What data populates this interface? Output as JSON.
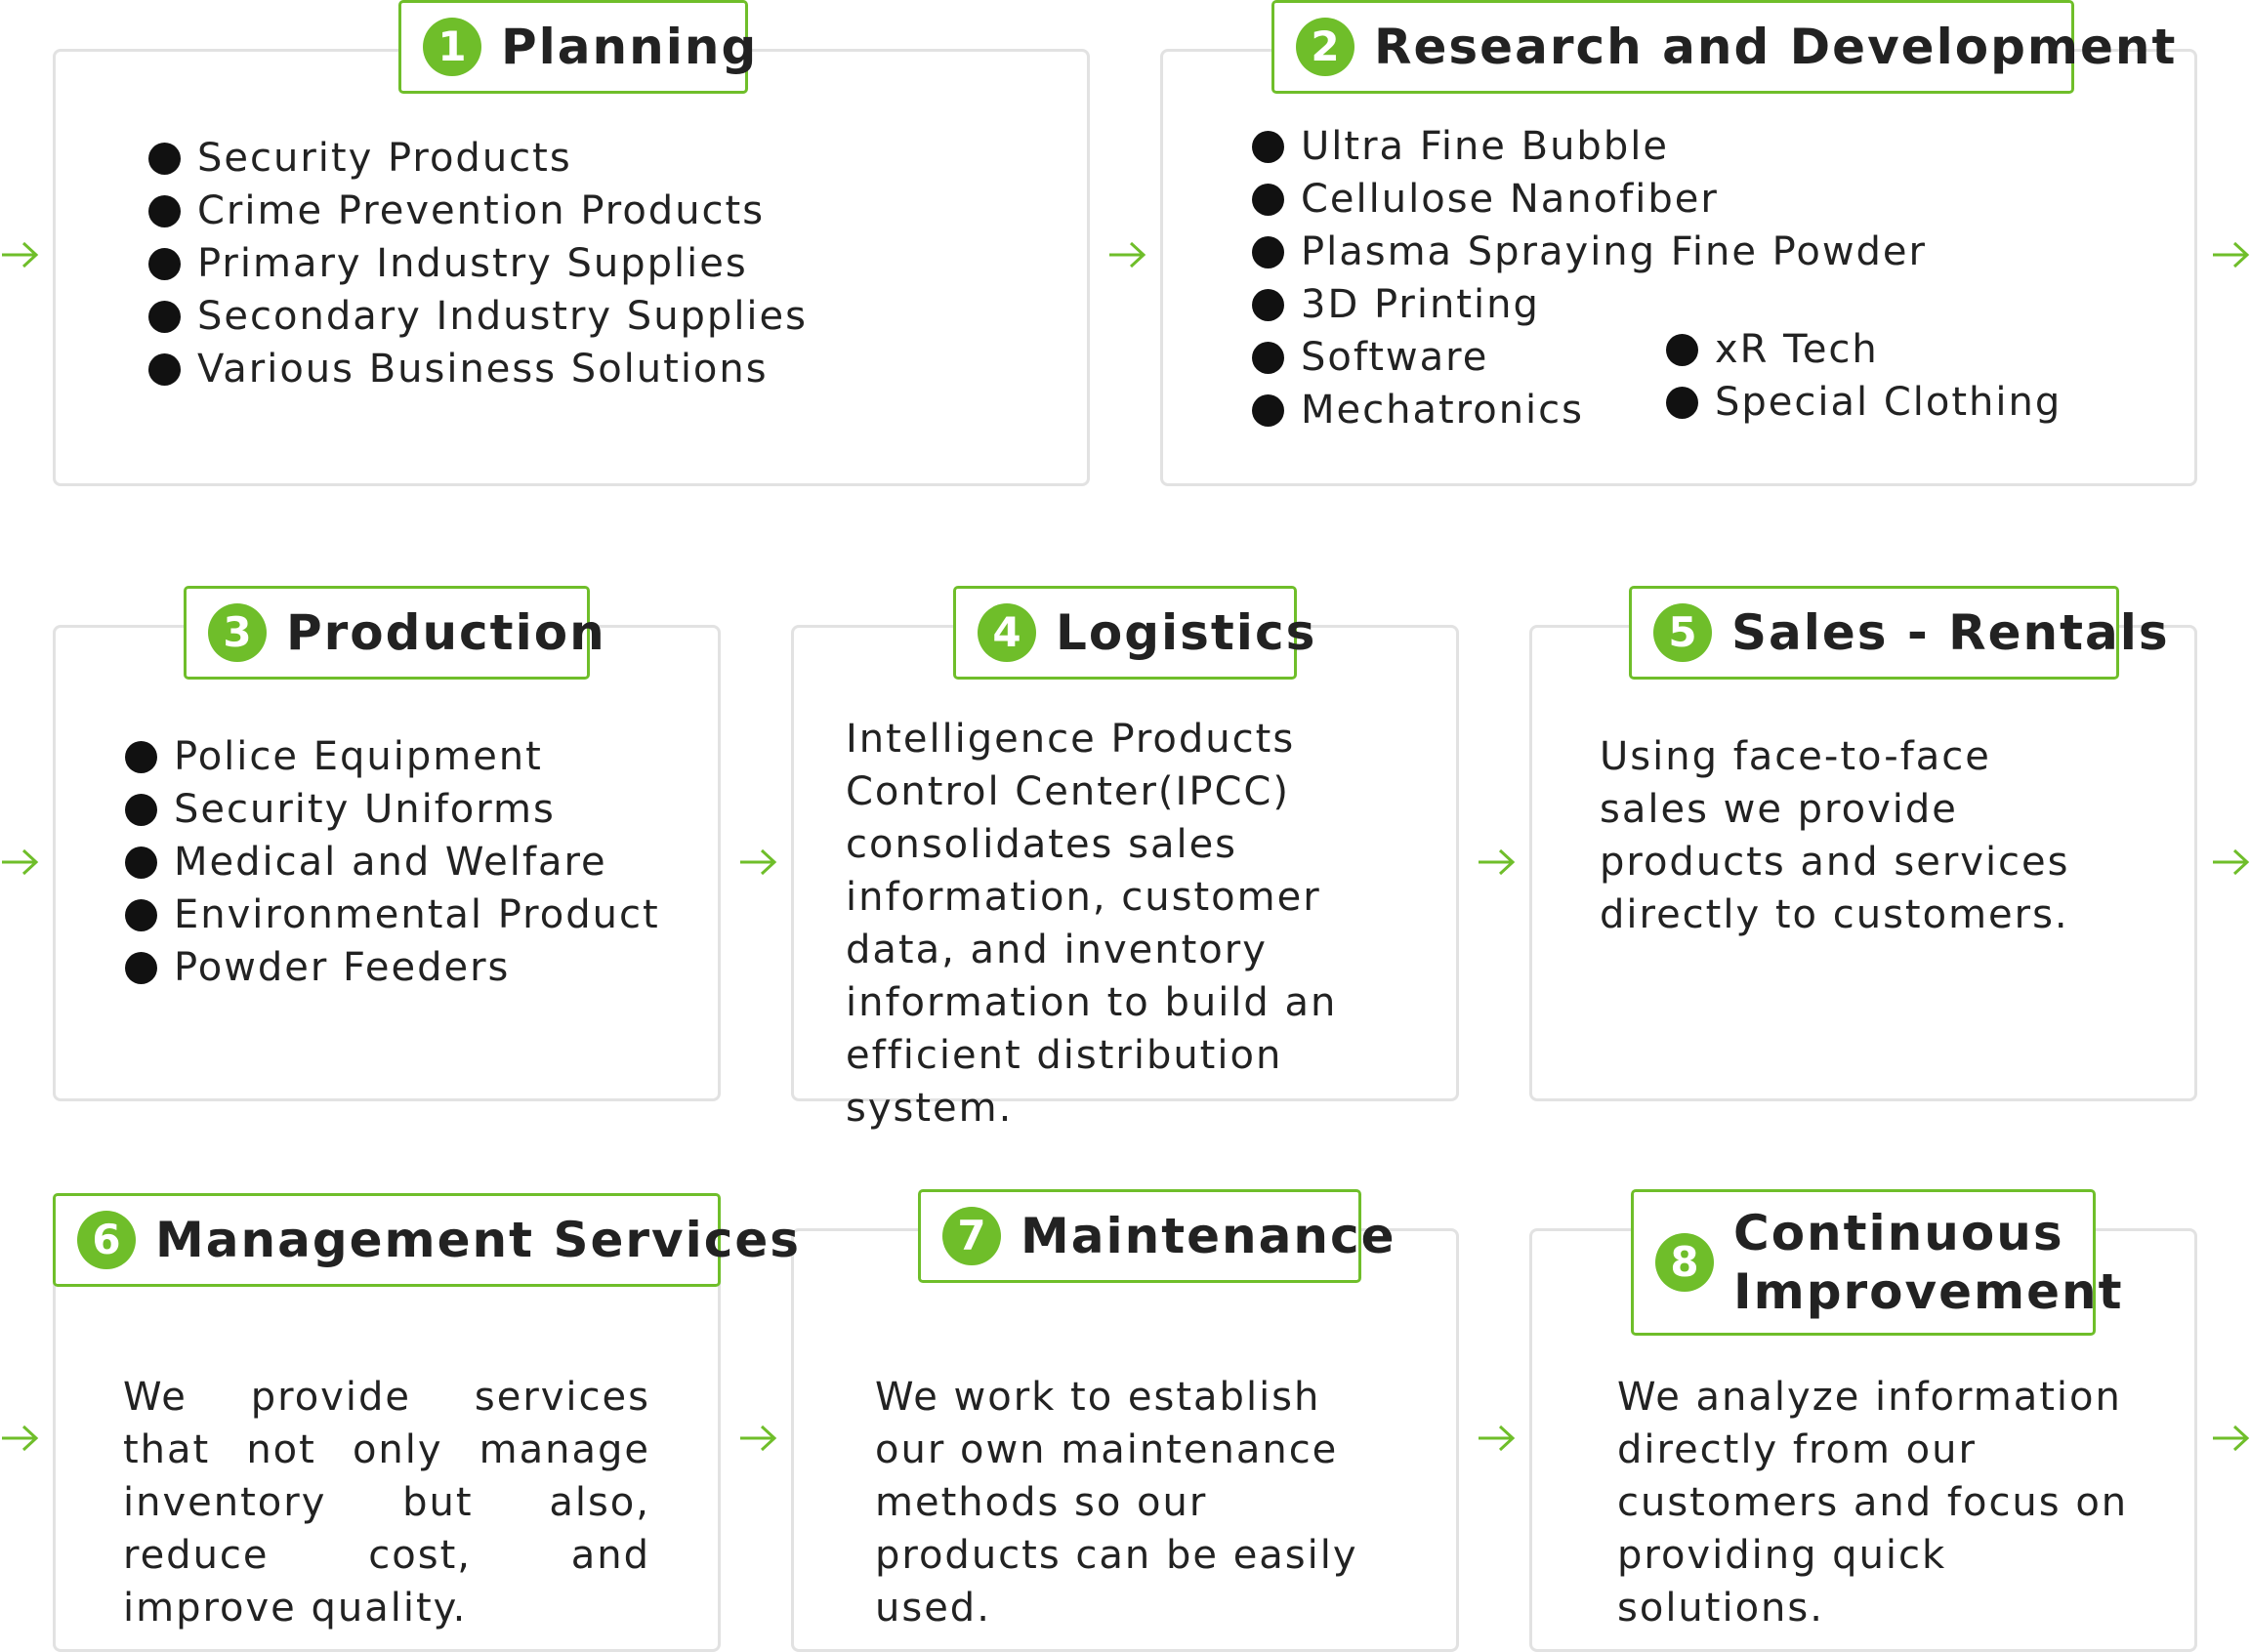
{
  "arrow_color": "#6fbe2a",
  "accent_color": "#6fbe2a",
  "steps": [
    {
      "number": "1",
      "title": "Planning",
      "items": [
        "Security Products",
        "Crime Prevention Products",
        "Primary Industry Supplies",
        "Secondary Industry Supplies",
        "Various Business Solutions"
      ]
    },
    {
      "number": "2",
      "title": "Research and Development",
      "items": [
        "Ultra Fine Bubble",
        "Cellulose Nanofiber",
        "Plasma Spraying Fine Powder",
        "3D Printing",
        "Software",
        "Mechatronics"
      ],
      "items_extra": [
        "xR Tech",
        "Special Clothing"
      ]
    },
    {
      "number": "3",
      "title": "Production",
      "items": [
        "Police Equipment",
        "Security Uniforms",
        "Medical and Welfare",
        "Environmental Product",
        "Powder Feeders"
      ]
    },
    {
      "number": "4",
      "title": "Logistics",
      "text": "Intelligence Products Control Center(IPCC) consolidates sales information, customer data, and inventory information to build an efficient distribution system."
    },
    {
      "number": "5",
      "title": "Sales - Rentals",
      "text": "Using face-to-face sales we provide products and services directly to customers."
    },
    {
      "number": "6",
      "title": "Management Services",
      "text": "We provide services that not only manage inventory but also, reduce cost, and improve quality."
    },
    {
      "number": "7",
      "title": "Maintenance",
      "text": "We work to establish our own maintenance methods so our products can be easily used."
    },
    {
      "number": "8",
      "title": "Continuous\nImprovement",
      "text": "We analyze information directly from our customers and focus on providing quick solutions."
    }
  ]
}
